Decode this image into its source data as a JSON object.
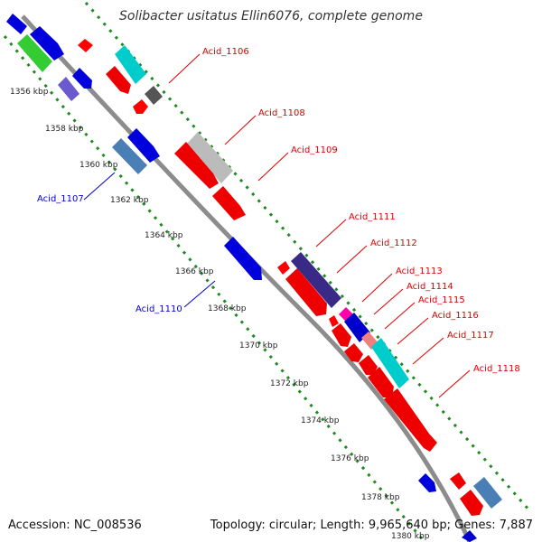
{
  "title": "Solibacter usitatus Ellin6076, complete genome",
  "footer": {
    "accession": "Accession: NC_008536",
    "topology": "Topology: circular; Length: 9,965,640 bp; Genes: 7,887"
  },
  "colors": {
    "backbone": "#8c8c8c",
    "tick": "#1f8a1f",
    "label_top": "#dd0000",
    "label_bottom": "#0000cc"
  },
  "kbp_labels": [
    "1356 kbp",
    "1358 kbp",
    "1360 kbp",
    "1362 kbp",
    "1364 kbp",
    "1366 kbp",
    "1368 kbp",
    "1370 kbp",
    "1372 kbp",
    "1374 kbp",
    "1376 kbp",
    "1378 kbp",
    "1380 kbp"
  ],
  "gene_labels": [
    {
      "text": "Acid_1106",
      "strand": "top"
    },
    {
      "text": "Acid_1108",
      "strand": "top"
    },
    {
      "text": "Acid_1109",
      "strand": "top"
    },
    {
      "text": "Acid_1107",
      "strand": "bottom"
    },
    {
      "text": "Acid_1111",
      "strand": "top"
    },
    {
      "text": "Acid_1112",
      "strand": "top"
    },
    {
      "text": "Acid_1110",
      "strand": "bottom"
    },
    {
      "text": "Acid_1113",
      "strand": "top"
    },
    {
      "text": "Acid_1114",
      "strand": "top"
    },
    {
      "text": "Acid_1115",
      "strand": "top"
    },
    {
      "text": "Acid_1116",
      "strand": "top"
    },
    {
      "text": "Acid_1117",
      "strand": "top"
    },
    {
      "text": "Acid_1118",
      "strand": "top"
    }
  ]
}
